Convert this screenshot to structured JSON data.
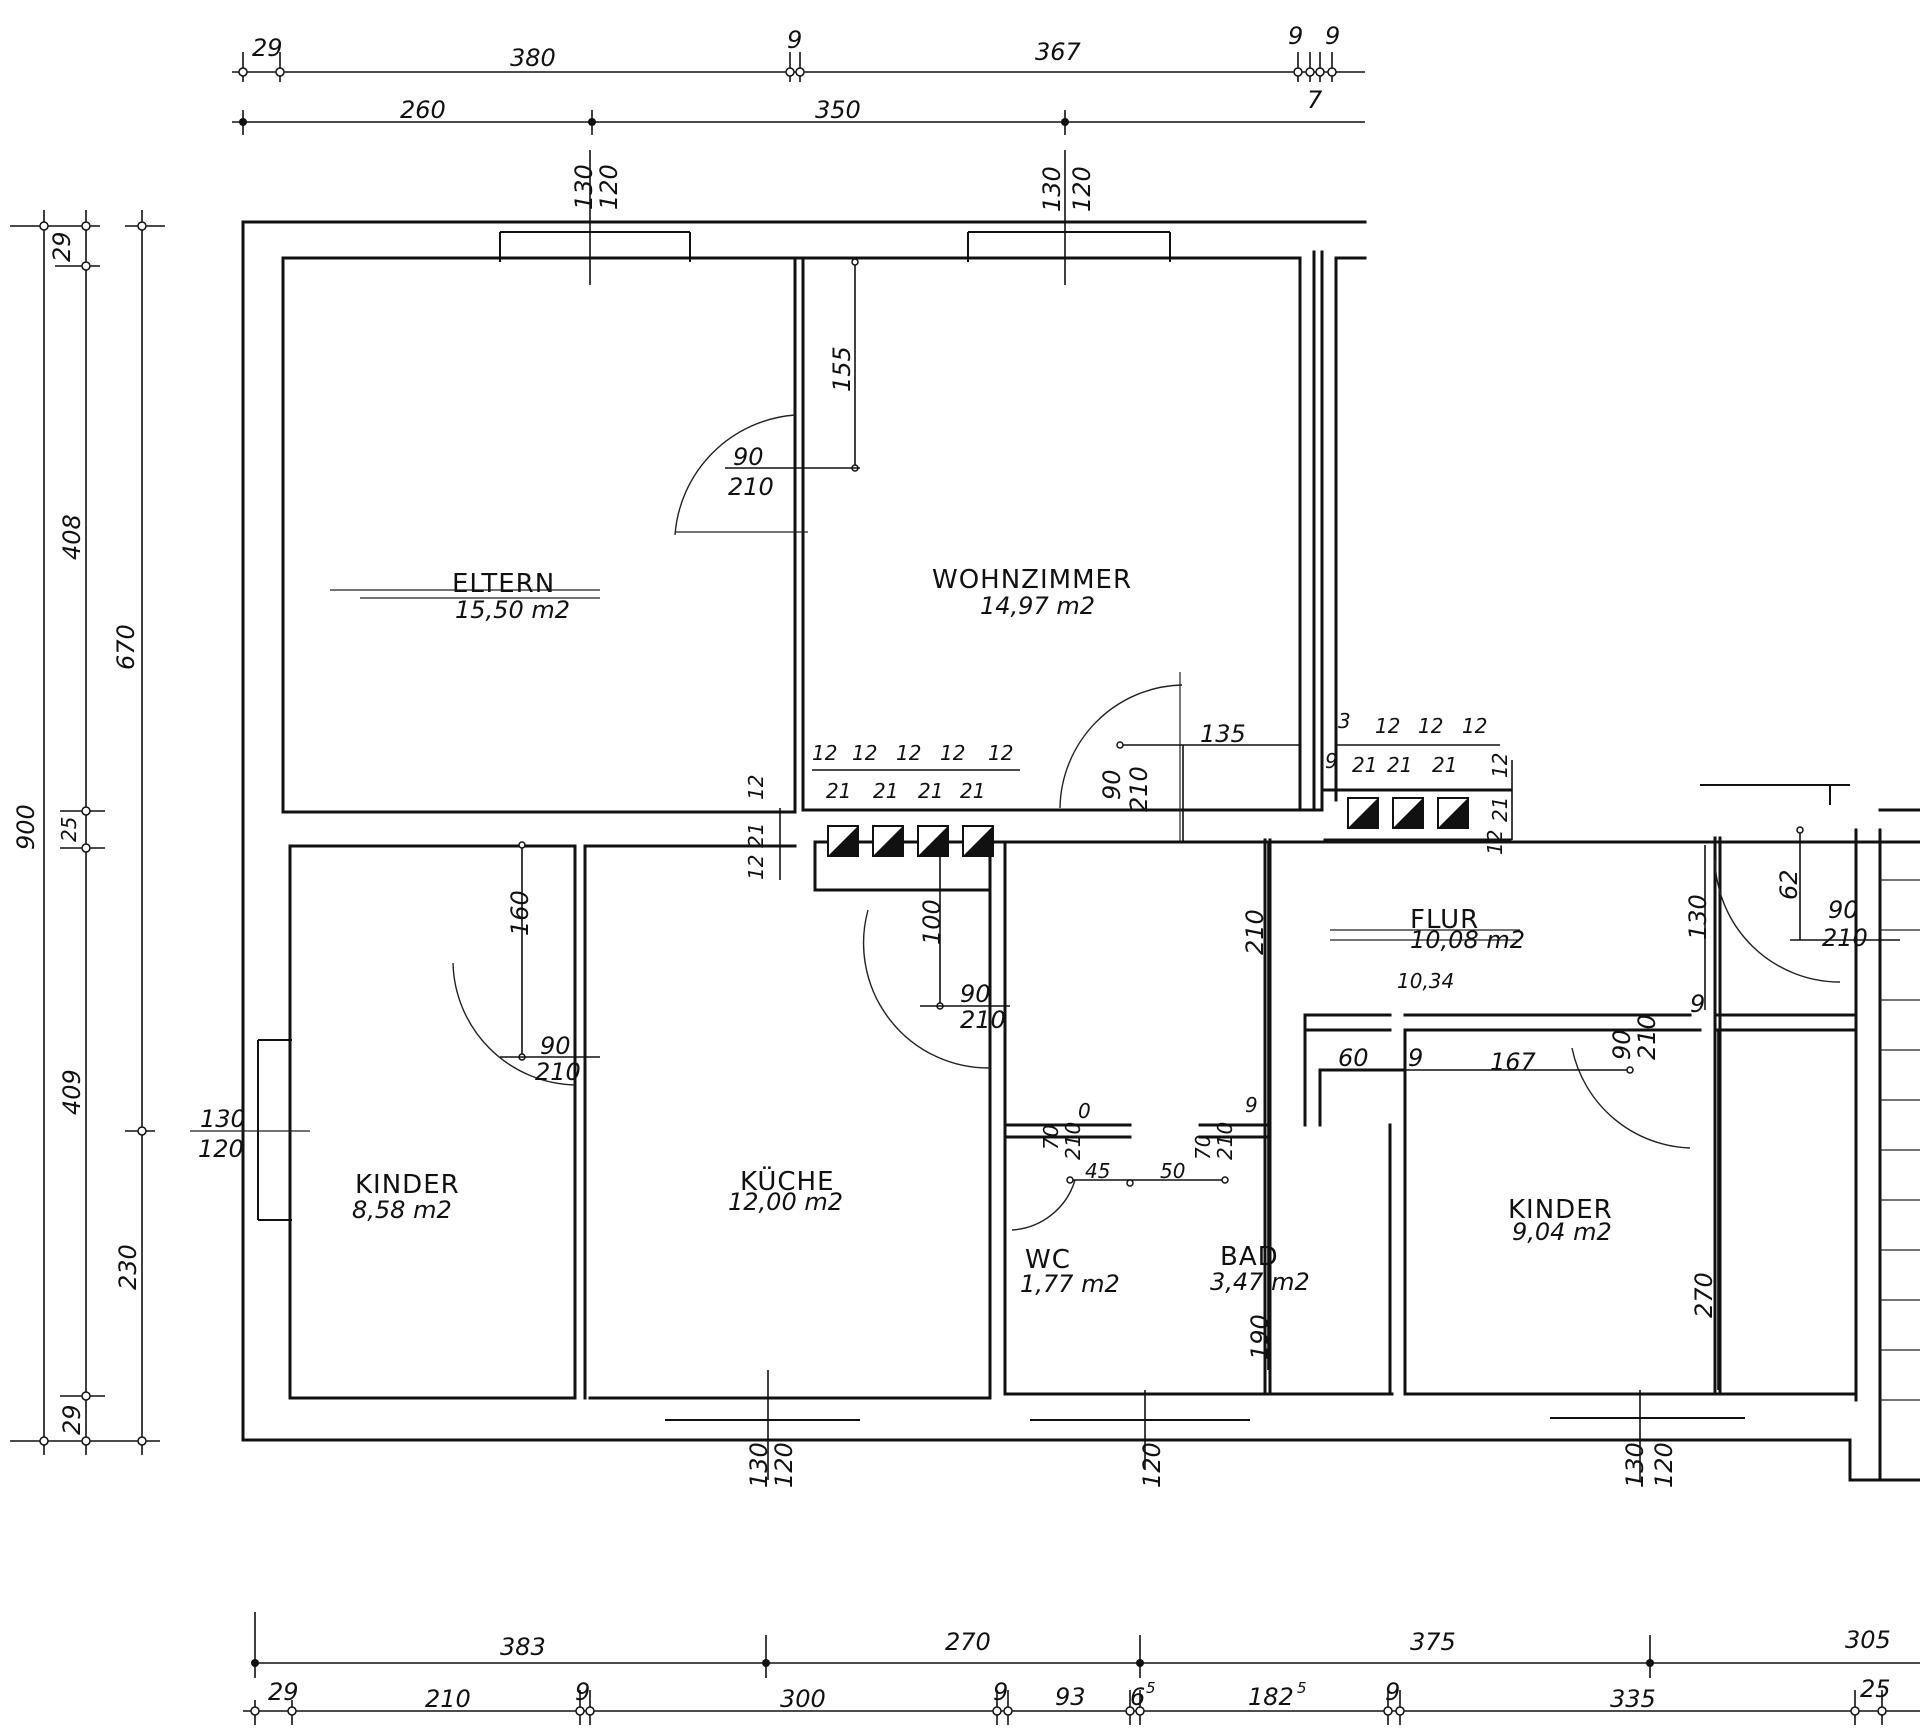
{
  "rooms": {
    "eltern": {
      "name": "ELTERN",
      "area": "15,50 m2"
    },
    "wohnzimmer": {
      "name": "WOHNZIMMER",
      "area": "14,97 m2"
    },
    "kinder_left": {
      "name": "KINDER",
      "area": "8,58 m2"
    },
    "kueche": {
      "name": "KÜCHE",
      "area": "12,00 m2"
    },
    "flur": {
      "name": "FLUR",
      "area": "10,08 m2",
      "note": "10,34"
    },
    "wc": {
      "name": "WC",
      "area": "1,77 m2"
    },
    "bad": {
      "name": "BAD",
      "area": "3,47 m2"
    },
    "kinder_right": {
      "name": "KINDER",
      "area": "9,04 m2"
    }
  },
  "top_dims": {
    "row1": [
      "29",
      "380",
      "9",
      "367",
      "9",
      "9",
      "7"
    ],
    "row2": [
      "260",
      "350"
    ]
  },
  "bottom_dims": {
    "row1": [
      "383",
      "270",
      "375",
      "305"
    ],
    "row2": [
      "29",
      "210",
      "9",
      "300",
      "9",
      "93",
      "6",
      "5",
      "182",
      "5",
      "9",
      "335",
      "25"
    ]
  },
  "left_dims": [
    "900",
    "670",
    "29",
    "408",
    "25",
    "409",
    "230",
    "29",
    "130",
    "120"
  ],
  "openings": {
    "win_top": [
      "130",
      "120"
    ],
    "win_bottom": [
      "130",
      "120"
    ],
    "win_bottom_mid": "120",
    "door": [
      "90",
      "210"
    ],
    "d155": "155",
    "d135": "135",
    "d160": "160",
    "d100": "100",
    "d210": "210",
    "d190": "190",
    "d270": "270",
    "d60": "60",
    "d9": "9",
    "d167": "167",
    "d62": "62",
    "d45": "45",
    "d50": "50",
    "d70": "70",
    "d0": "0",
    "d3": "3",
    "d12": "12",
    "d21": "21"
  }
}
